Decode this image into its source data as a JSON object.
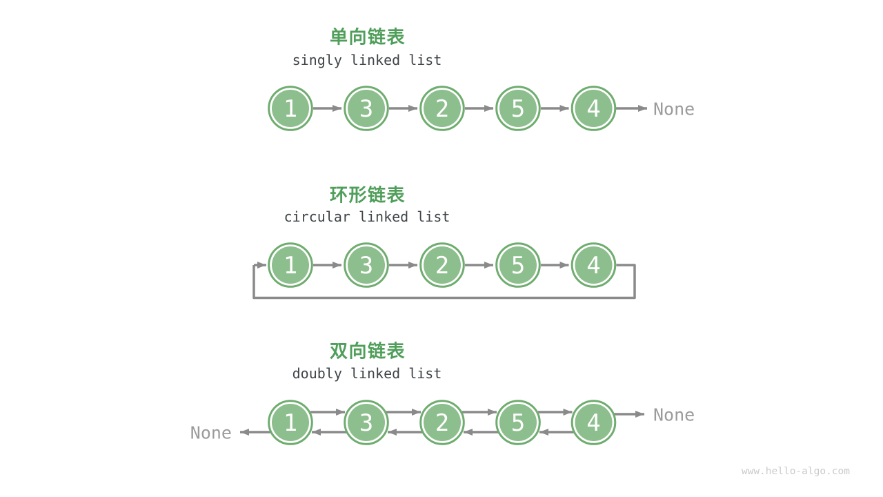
{
  "colors": {
    "background": "#FFFFFF",
    "title_green": "#4F9E5A",
    "node_fill": "#8DBE8D",
    "node_ring": "#6FAC6F",
    "node_value_text": "#FFFFFF",
    "arrow": "#8A8A8A",
    "none_text": "#9B9B9B",
    "subtitle": "#3F4447",
    "watermark": "#CACACA"
  },
  "diagrams": [
    {
      "id": "singly-linked-list",
      "title_zh": "单向链表",
      "title_en": "singly linked list",
      "node_values": [
        "1",
        "3",
        "2",
        "5",
        "4"
      ],
      "tail_label": "None"
    },
    {
      "id": "circular-linked-list",
      "title_zh": "环形链表",
      "title_en": "circular linked list",
      "node_values": [
        "1",
        "3",
        "2",
        "5",
        "4"
      ]
    },
    {
      "id": "doubly-linked-list",
      "title_zh": "双向链表",
      "title_en": "doubly linked list",
      "node_values": [
        "1",
        "3",
        "2",
        "5",
        "4"
      ],
      "head_label": "None",
      "tail_label": "None"
    }
  ],
  "watermark": "www.hello-algo.com"
}
